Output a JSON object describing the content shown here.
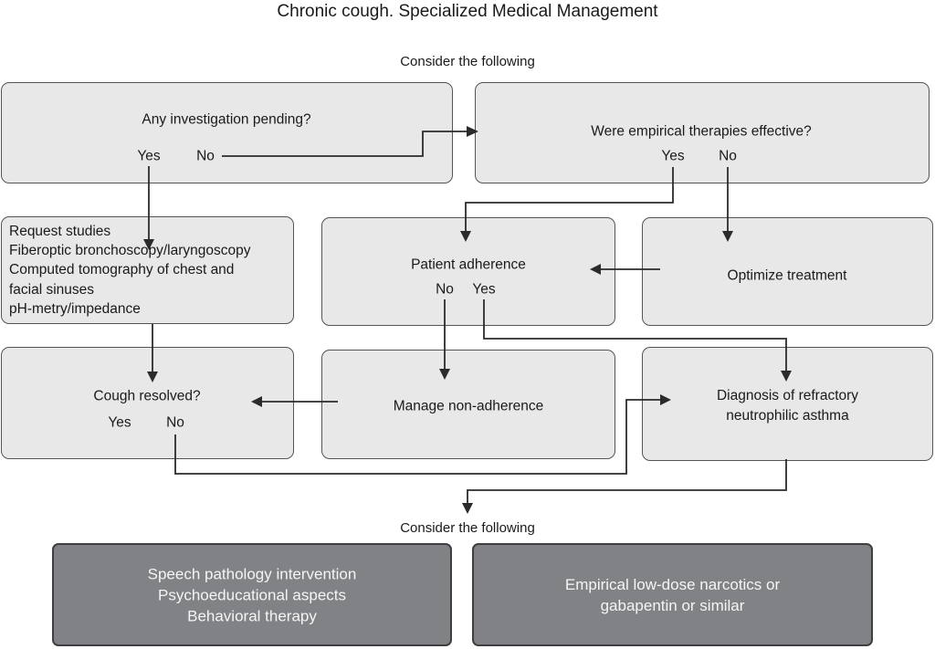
{
  "title": "Chronic cough. Specialized Medical Management",
  "labels": {
    "consider_top": "Consider the following",
    "consider_bottom": "Consider the following"
  },
  "nodes": {
    "investigation_pending": {
      "question": "Any investigation pending?",
      "yes": "Yes",
      "no": "No"
    },
    "empirical_effective": {
      "question": "Were empirical therapies effective?",
      "yes": "Yes",
      "no": "No"
    },
    "request_studies": {
      "lines": [
        "Request studies",
        "Fiberoptic bronchoscopy/laryngoscopy",
        "Computed tomography of chest and",
        "facial sinuses",
        "pH-metry/impedance"
      ]
    },
    "patient_adherence": {
      "question": "Patient adherence",
      "no": "No",
      "yes": "Yes"
    },
    "optimize_treatment": {
      "label": "Optimize treatment"
    },
    "cough_resolved": {
      "question": "Cough resolved?",
      "yes": "Yes",
      "no": "No"
    },
    "manage_nonadherence": {
      "label": "Manage non-adherence"
    },
    "refractory_asthma": {
      "lines": [
        "Diagnosis of refractory",
        "neutrophilic asthma"
      ]
    },
    "speech_pathology": {
      "lines": [
        "Speech pathology intervention",
        "Psychoeducational aspects",
        "Behavioral therapy"
      ]
    },
    "narcotics": {
      "lines": [
        "Empirical low-dose narcotics or",
        "gabapentin or similar"
      ]
    }
  },
  "edges": [
    {
      "from": "investigation_pending",
      "branch": "No",
      "to": "empirical_effective"
    },
    {
      "from": "investigation_pending",
      "branch": "Yes",
      "to": "request_studies"
    },
    {
      "from": "empirical_effective",
      "branch": "Yes",
      "to": "patient_adherence"
    },
    {
      "from": "empirical_effective",
      "branch": "No",
      "to": "optimize_treatment"
    },
    {
      "from": "optimize_treatment",
      "branch": "",
      "to": "patient_adherence"
    },
    {
      "from": "request_studies",
      "branch": "",
      "to": "cough_resolved"
    },
    {
      "from": "patient_adherence",
      "branch": "No",
      "to": "manage_nonadherence"
    },
    {
      "from": "patient_adherence",
      "branch": "Yes",
      "to": "refractory_asthma"
    },
    {
      "from": "manage_nonadherence",
      "branch": "",
      "to": "cough_resolved"
    },
    {
      "from": "cough_resolved",
      "branch": "No",
      "to": "refractory_asthma"
    },
    {
      "from": "refractory_asthma",
      "branch": "",
      "to": "consider_following_bottom"
    }
  ],
  "colors": {
    "node-fill": "#e8e8e9",
    "node-border": "#545456",
    "dark-fill": "#808285",
    "dark-border": "#3f3f41",
    "line": "#2b2b2d",
    "text": "#1a1a1a",
    "dark-text": "#f5f5f5",
    "bg": "#ffffff"
  }
}
